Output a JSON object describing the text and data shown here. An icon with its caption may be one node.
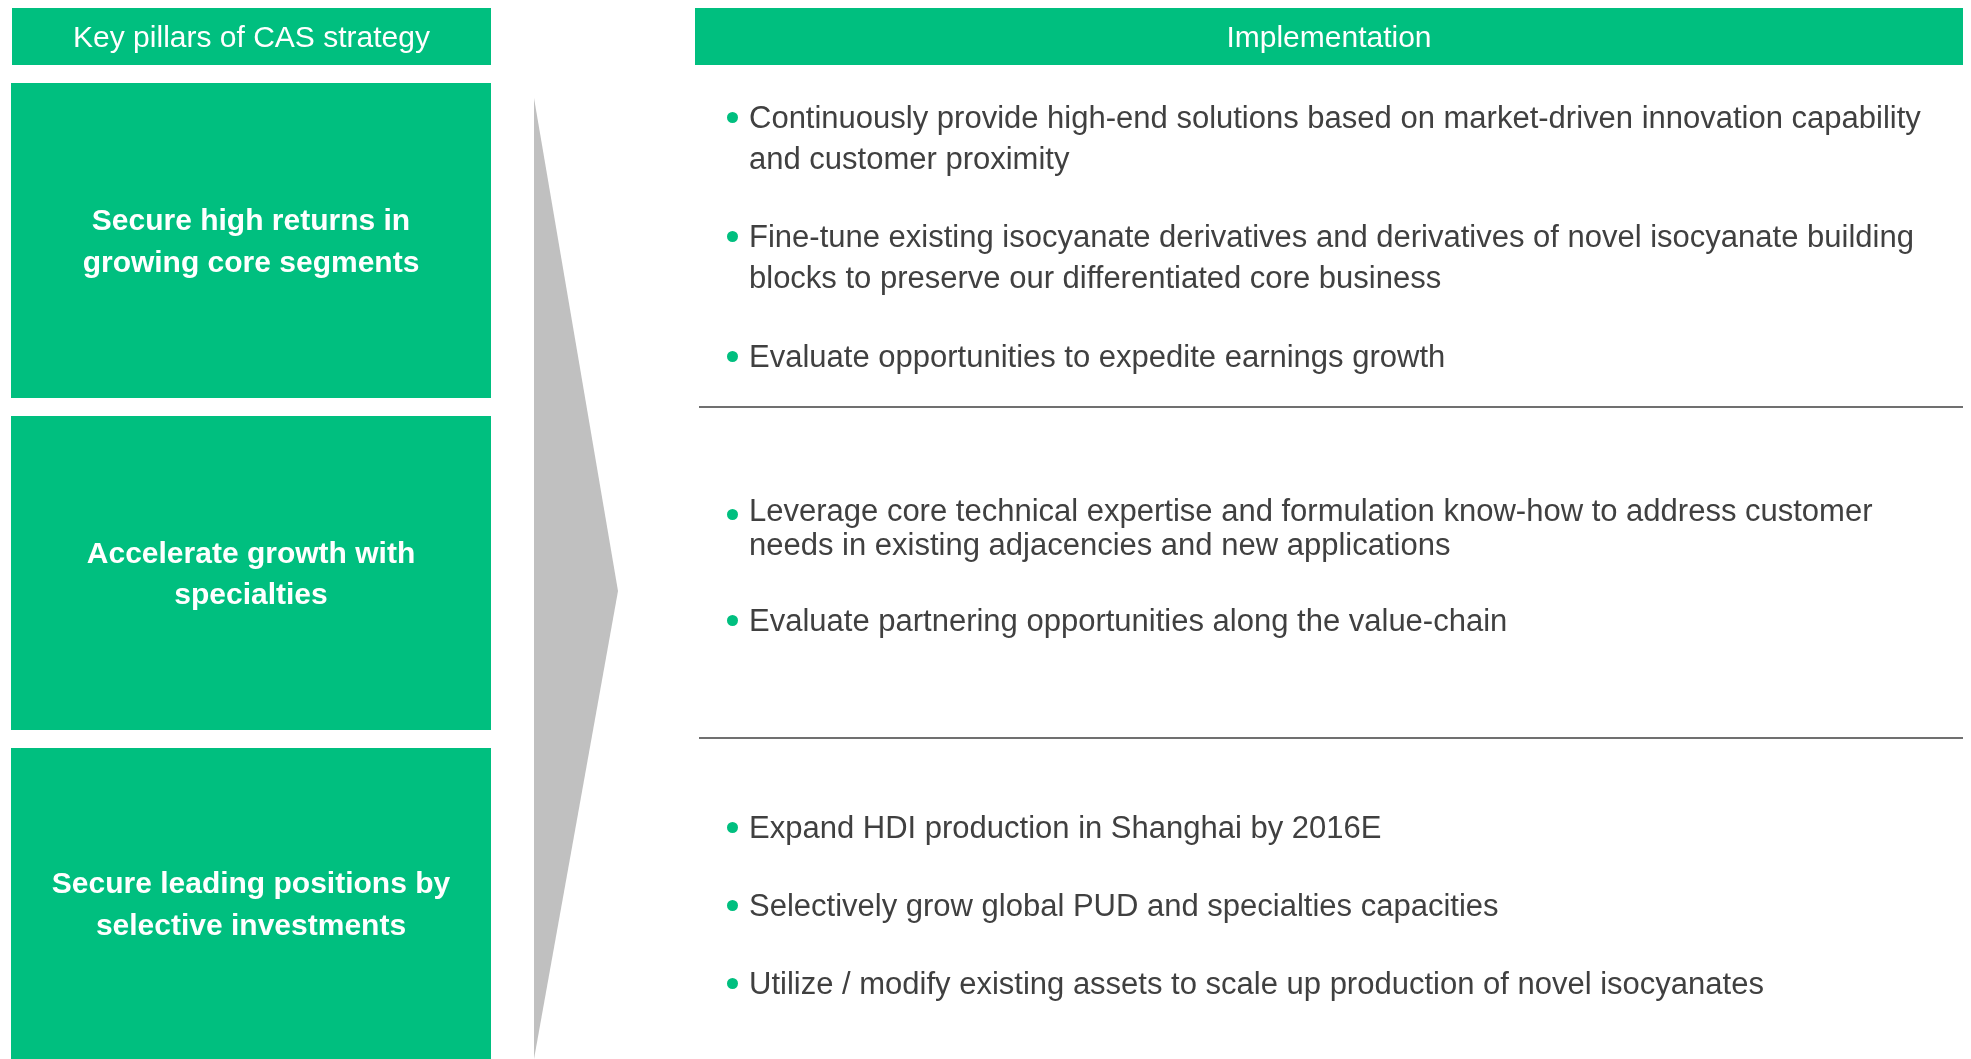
{
  "diagram": {
    "nodes": [
      {
        "text": [
          "Key pillars of CAS strategy"
        ]
      },
      {
        "text": [
          "Secure high returns in growing core segments"
        ]
      },
      {
        "text": [
          "Accelerate growth with specialties"
        ]
      },
      {
        "text": [
          "Secure leading positions by selective investments"
        ]
      },
      {
        "text": [
          "Implementation"
        ]
      }
    ],
    "labels": [
      "Continuously provide high-end solutions based on market-driven innovation capability and customer proximity",
      "Fine-tune existing isocyanate derivatives and derivatives of novel isocyanate building blocks to preserve our differentiated core business",
      "Evaluate opportunities to expedite earnings growth",
      "Leverage core technical expertise and formulation know-how to address customer needs in existing adjacencies and new applications",
      "Evaluate partnering opportunities along the value-chain",
      "Expand HDI production in Shanghai by 2016E",
      "Selectively grow global PUD and specialties capacities",
      "Utilize / modify existing assets to scale up production of novel isocyanates"
    ]
  }
}
